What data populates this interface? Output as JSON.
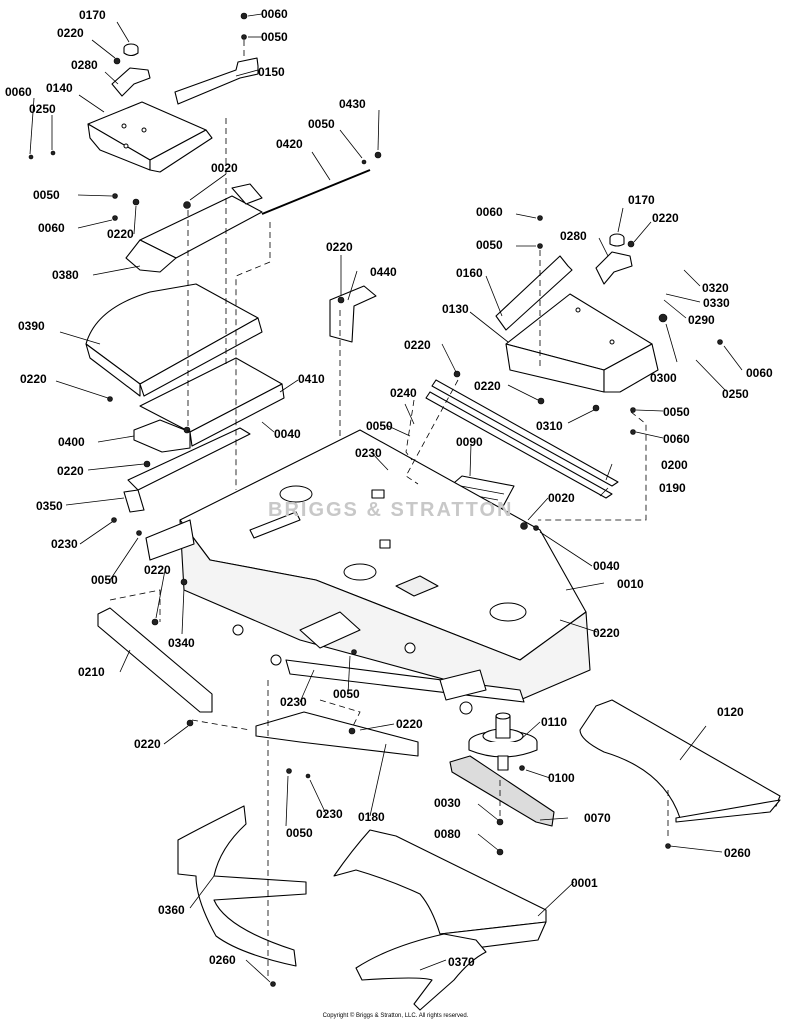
{
  "watermark": "BRIGGS & STRATTON",
  "copyright": "Copyright © Briggs & Stratton, LLC. All rights reserved.",
  "callouts": [
    "0170",
    "0060",
    "0220",
    "0050",
    "0280",
    "0150",
    "0060",
    "0140",
    "0250",
    "0430",
    "0050",
    "0420",
    "0020",
    "0050",
    "0060",
    "0220",
    "0380",
    "0220",
    "0440",
    "0060",
    "0170",
    "0220",
    "0050",
    "0280",
    "0320",
    "0160",
    "0330",
    "0290",
    "0130",
    "0390",
    "0220",
    "0300",
    "0060",
    "0220",
    "0410",
    "0220",
    "0250",
    "0240",
    "0310",
    "0050",
    "0400",
    "0040",
    "0060",
    "0050",
    "0090",
    "0220",
    "0230",
    "0200",
    "0190",
    "0350",
    "0020",
    "0230",
    "0040",
    "0050",
    "0010",
    "0220",
    "0340",
    "0220",
    "0210",
    "0230",
    "0050",
    "0220",
    "0110",
    "0120",
    "0220",
    "0100",
    "0030",
    "0070",
    "0050",
    "0230",
    "0180",
    "0080",
    "0260",
    "0001",
    "0360",
    "0260",
    "0370"
  ]
}
